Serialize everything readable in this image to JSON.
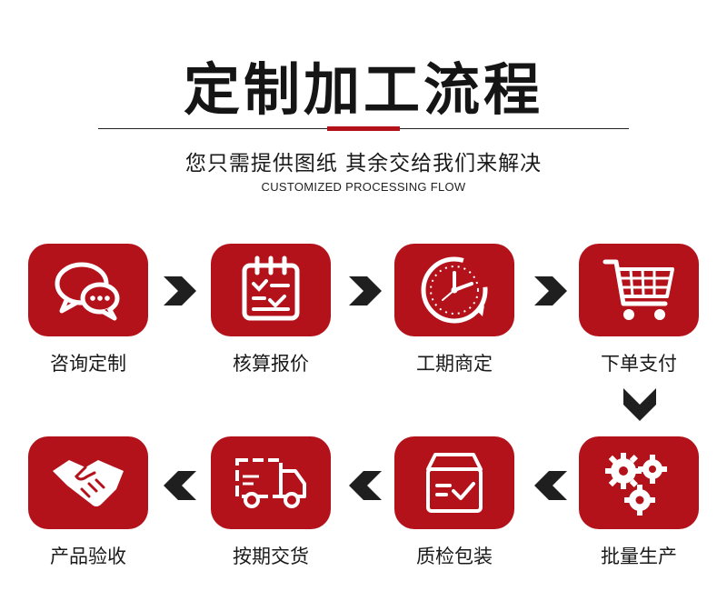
{
  "header": {
    "title": "定制加工流程",
    "subtitle": "您只需提供图纸  其余交给我们来解决",
    "subtitle_en": "CUSTOMIZED PROCESSING FLOW"
  },
  "colors": {
    "accent": "#b3121b",
    "text": "#1a1a1a",
    "arrow": "#1f1f1f"
  },
  "steps": [
    {
      "label": "咨询定制",
      "icon": "chat-bubbles-icon"
    },
    {
      "label": "核算报价",
      "icon": "calendar-checklist-icon"
    },
    {
      "label": "工期商定",
      "icon": "clock-icon"
    },
    {
      "label": "下单支付",
      "icon": "shopping-cart-icon"
    },
    {
      "label": "批量生产",
      "icon": "gears-icon"
    },
    {
      "label": "质检包装",
      "icon": "box-check-icon"
    },
    {
      "label": "按期交货",
      "icon": "delivery-truck-icon"
    },
    {
      "label": "产品验收",
      "icon": "handshake-icon"
    }
  ]
}
